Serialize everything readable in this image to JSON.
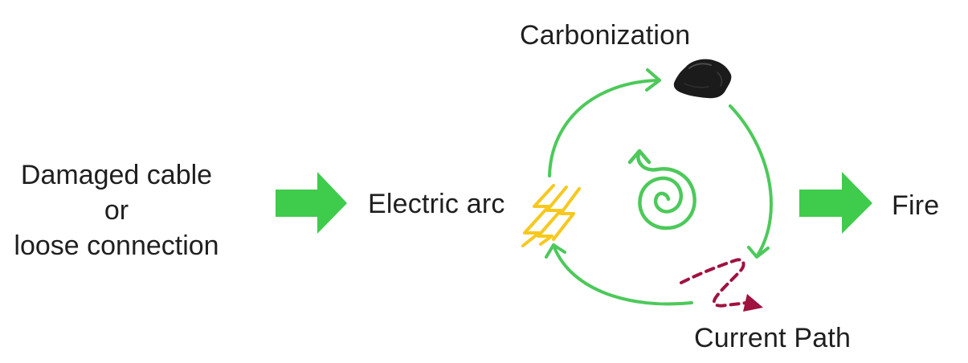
{
  "cause": {
    "line1": "Damaged cable",
    "line2": "or",
    "line3": "loose connection"
  },
  "cycle": {
    "arc_label": "Electric arc",
    "carbonization_label": "Carbonization",
    "current_path_label": "Current Path"
  },
  "result": {
    "label": "Fire"
  },
  "colors": {
    "cycle_green": "#4cc95a",
    "arrow_green": "#3fcc4c",
    "lightning_yellow": "#f7c81e",
    "current_path_crimson": "#a0123f",
    "coal_black": "#1b1b1b",
    "text": "#1f1f1f"
  },
  "icons": {
    "arc": "lightning-icon",
    "carbon": "coal-lump-icon",
    "cycle": "spiral-icon"
  }
}
